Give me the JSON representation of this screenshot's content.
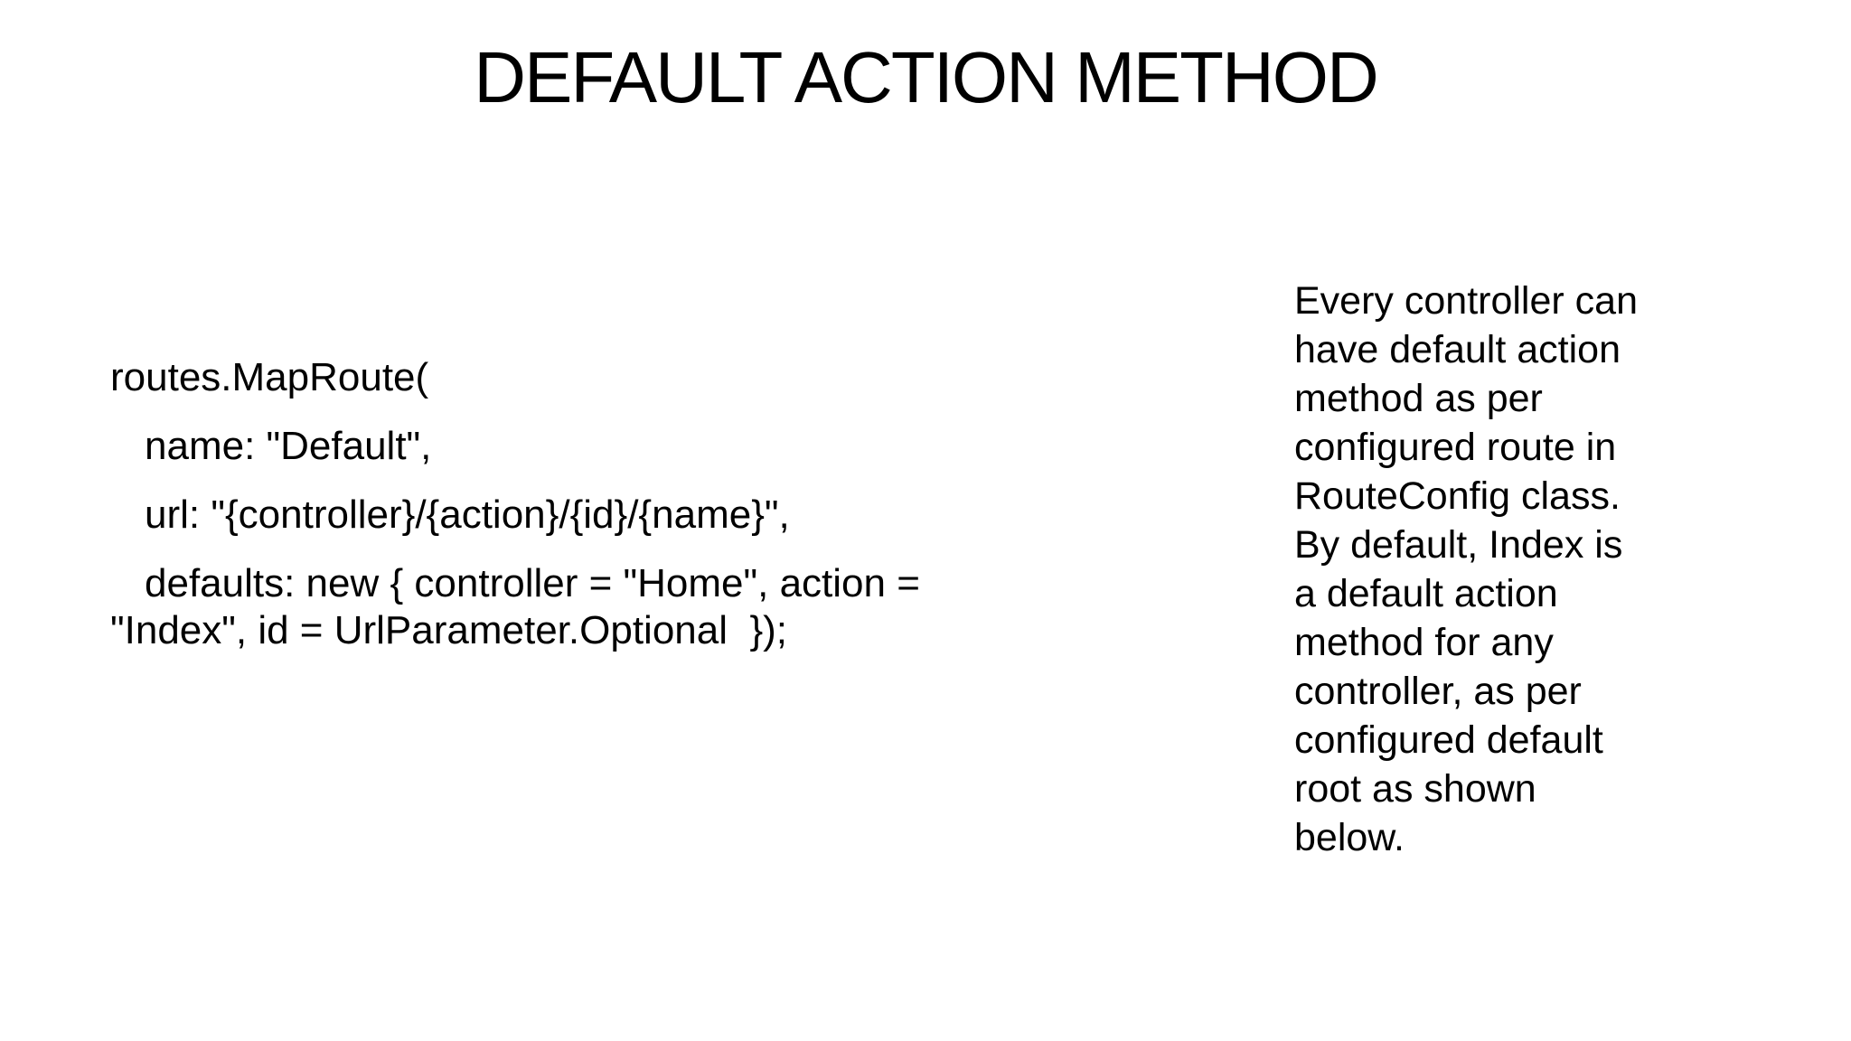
{
  "title": "DEFAULT ACTION METHOD",
  "code": {
    "lines": [
      {
        "text": "routes.MapRoute(",
        "indent": false,
        "wrap": false
      },
      {
        "text": "name: \"Default\",",
        "indent": true,
        "wrap": false
      },
      {
        "text": "url: \"{controller}/{action}/{id}/{name}\",",
        "indent": true,
        "wrap": false
      },
      {
        "text": "defaults: new { controller = \"Home\", action =",
        "indent": true,
        "wrap": false
      },
      {
        "text": "\"Index\", id = UrlParameter.Optional  });",
        "indent": false,
        "wrap": true
      }
    ]
  },
  "side_note": {
    "lines": [
      "Every controller can",
      "have default action",
      "method as per",
      "configured route in",
      "RouteConfig class.",
      "By default, Index is",
      "a default action",
      "method for any",
      "controller, as per",
      "configured default",
      "root as shown",
      "below."
    ]
  },
  "colors": {
    "background": "#ffffff",
    "text": "#000000"
  }
}
